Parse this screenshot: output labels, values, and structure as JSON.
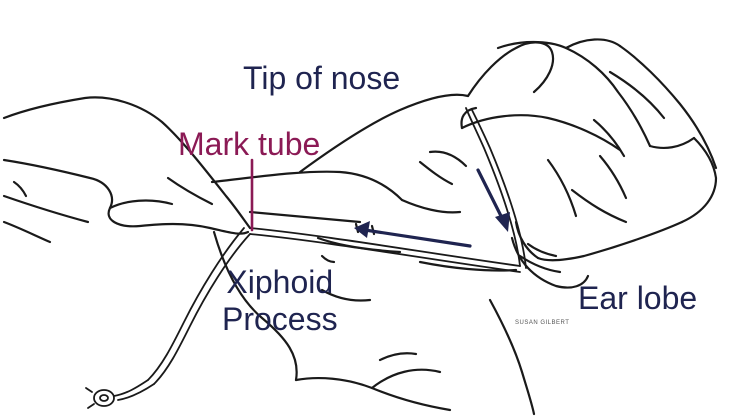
{
  "labels": {
    "tip_of_nose": "Tip of nose",
    "mark_tube": "Mark tube",
    "xiphoid_line1": "Xiphoid",
    "xiphoid_line2": "Process",
    "ear_lobe": "Ear lobe",
    "artist_credit": "SUSAN GILBERT"
  },
  "colors": {
    "label_text": "#1f2450",
    "mark_tube": "#8b1a55",
    "arrows": "#1f2450",
    "line_art": "#1a1a1a"
  },
  "icons": [
    "hand-outline",
    "patient-face-outline",
    "nasogastric-tube",
    "direction-arrow"
  ]
}
